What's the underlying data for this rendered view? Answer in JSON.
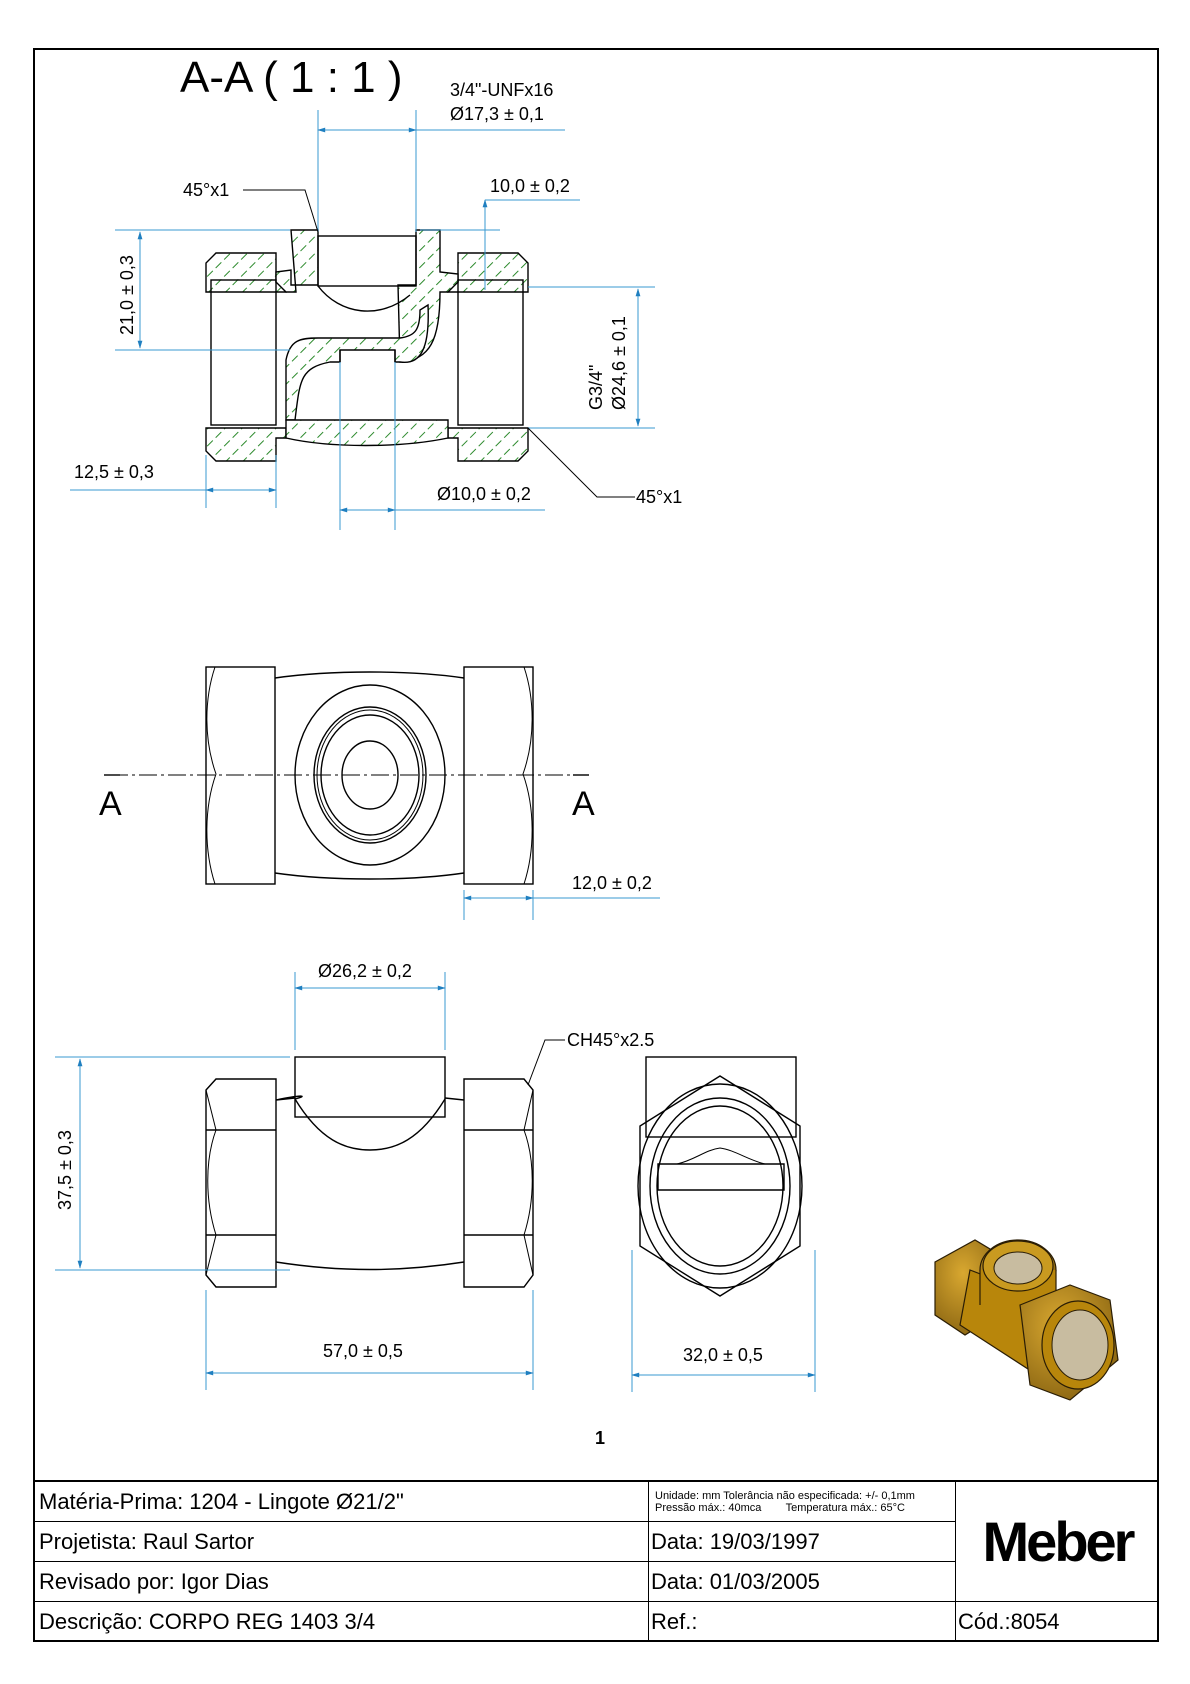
{
  "section_view": {
    "title": "A-A  ( 1 : 1 )",
    "thread_label": "3/4\"-UNFx16",
    "thread_diameter": "Ø17,3 ± 0,1",
    "chamfer_top": "45°x1",
    "depth_top": "10,0 ± 0,2",
    "height_left": "21,0 ± 0,3",
    "pipe_thread": "G3/4\"",
    "pipe_diameter": "Ø24,6 ± 0,1",
    "length_left": "12,5 ± 0,3",
    "bore_diameter": "Ø10,0 ± 0,2",
    "chamfer_right": "45°x1"
  },
  "top_view": {
    "section_mark_left": "A",
    "section_mark_right": "A",
    "width_right": "12,0 ± 0,2"
  },
  "front_view": {
    "boss_diameter": "Ø26,2 ± 0,2",
    "chamfer_note": "CH45°x2.5",
    "height": "37,5 ± 0,3",
    "overall_length": "57,0 ± 0,5"
  },
  "side_view": {
    "width": "32,0 ± 0,5"
  },
  "iso_view": {
    "color_body": "#b8860b",
    "color_shadow": "#7a5a10",
    "color_thread": "#c8bca0"
  },
  "sheet_number": "1",
  "title_block": {
    "material_label": "Matéria-Prima:",
    "material_value": "1204 - Lingote Ø21/2\"",
    "designer_label": "Projetista:",
    "designer_value": "Raul Sartor",
    "reviewer_label": "Revisado por:",
    "reviewer_value": "Igor Dias",
    "description_label": "Descrição:",
    "description_value": "CORPO REG 1403 3/4",
    "note_line1": "Unidade: mm Tolerância não especificada: +/- 0,1mm",
    "note_line2": "Pressão máx.: 40mca        Temperatura máx.: 65°C",
    "date_created": "Data: 19/03/1997",
    "date_revised": "Data: 01/03/2005",
    "ref_label": "Ref.:",
    "ref_value": "",
    "company_logo": "Meber",
    "code_label": "Cód.:",
    "code_value": "8054"
  }
}
